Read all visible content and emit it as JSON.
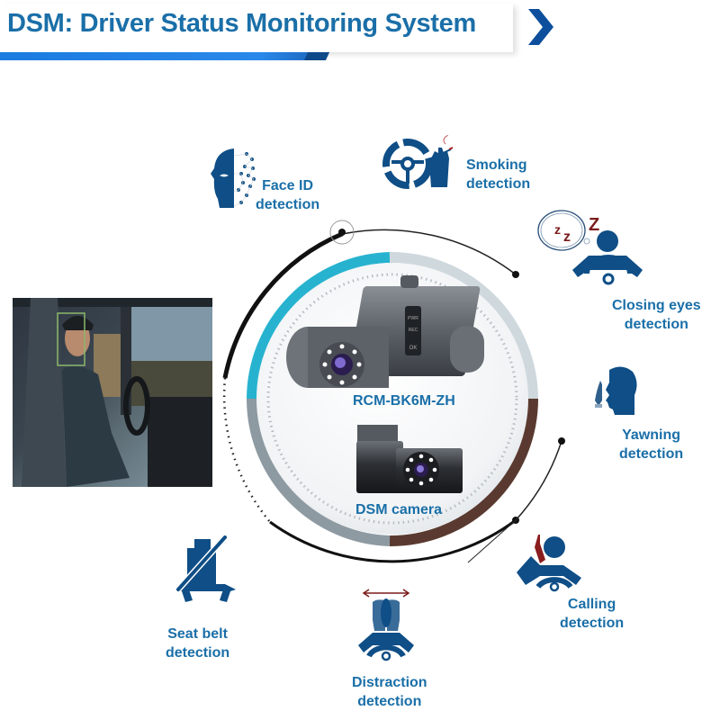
{
  "header": {
    "title": "DSM: Driver Status Monitoring System",
    "accent_color": "#1a6fa8",
    "chevron_icon": "chevron-right-icon"
  },
  "photo": {
    "description": "driver-in-truck-cab-photo",
    "face_box_color": "#8bb86a"
  },
  "center": {
    "product_model": "RCM-BK6M-ZH",
    "camera_label": "DSM camera",
    "ring_colors": {
      "teal": "#27b3cf",
      "light": "#cfd8dd",
      "brown": "#5a3a30",
      "gray": "#8e9aa2"
    }
  },
  "features": [
    {
      "id": "face-id",
      "line1": "Face ID",
      "line2": "detection",
      "icon": "face-scan-icon"
    },
    {
      "id": "smoking",
      "line1": "Smoking",
      "line2": "detection",
      "icon": "smoking-steering-icon"
    },
    {
      "id": "closing-eyes",
      "line1": "Closing eyes",
      "line2": "detection",
      "icon": "sleeping-driver-icon"
    },
    {
      "id": "yawning",
      "line1": "Yawning",
      "line2": "detection",
      "icon": "yawning-head-icon"
    },
    {
      "id": "calling",
      "line1": "Calling",
      "line2": "detection",
      "icon": "phone-call-driver-icon"
    },
    {
      "id": "distraction",
      "line1": "Distraction",
      "line2": "detection",
      "icon": "head-turn-driver-icon"
    },
    {
      "id": "seat-belt",
      "line1": "Seat belt",
      "line2": "detection",
      "icon": "seat-belt-icon"
    }
  ]
}
